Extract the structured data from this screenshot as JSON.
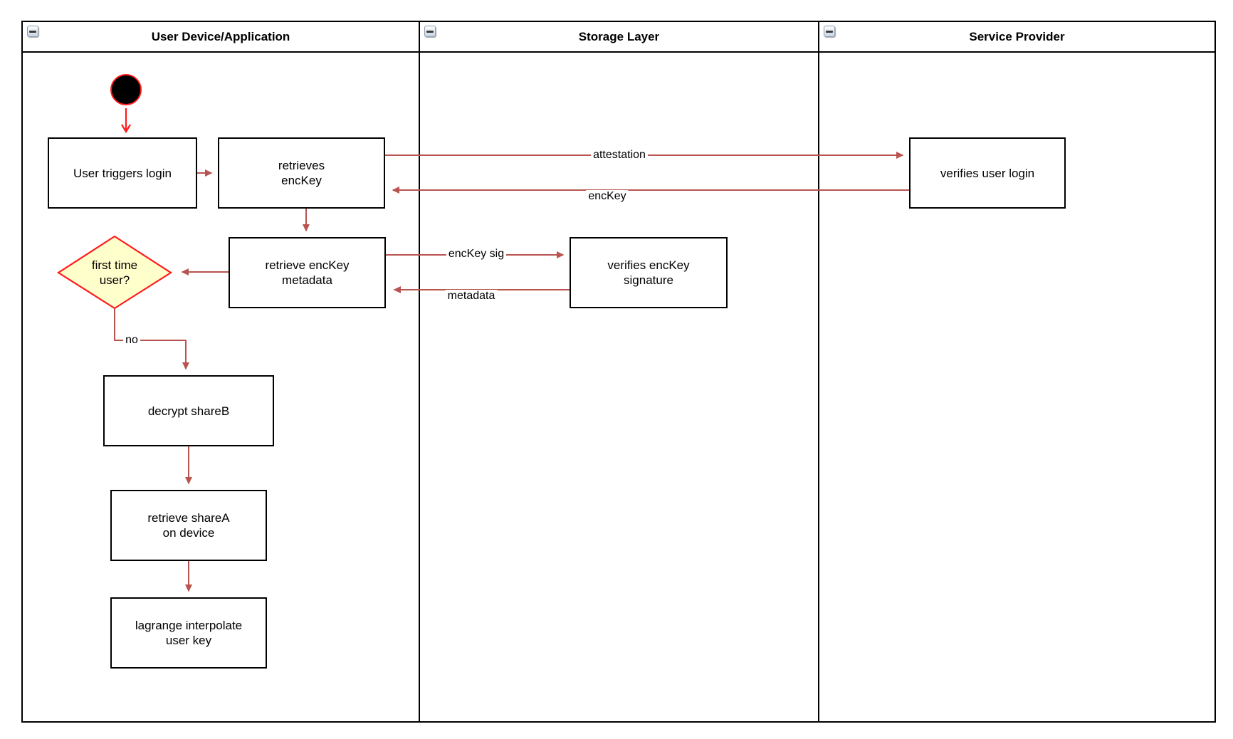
{
  "lanes": [
    {
      "title": "User Device/Application"
    },
    {
      "title": "Storage Layer"
    },
    {
      "title": "Service Provider"
    }
  ],
  "nodes": {
    "user_triggers_login": {
      "label": "User triggers login"
    },
    "retrieves_enckey": {
      "label": "retrieves\nencKey"
    },
    "verifies_user_login": {
      "label": "verifies user login"
    },
    "retrieve_enckey_metadata": {
      "label": "retrieve encKey\nmetadata"
    },
    "verifies_enckey_signature": {
      "label": "verifies encKey\nsignature"
    },
    "first_time_user": {
      "label": "first time\nuser?"
    },
    "decrypt_shareb": {
      "label": "decrypt shareB"
    },
    "retrieve_sharea": {
      "label": "retrieve shareA\non device"
    },
    "lagrange_interpolate": {
      "label": "lagrange interpolate\nuser key"
    }
  },
  "edge_labels": {
    "attestation": "attestation",
    "enckey": "encKey",
    "enckey_sig": "encKey sig",
    "metadata": "metadata",
    "no": "no"
  },
  "colors": {
    "edge_arrow": "#B85450",
    "highlight_red": "#FF1A1A",
    "decision_fill": "#FFFFCC",
    "node_border": "#000000",
    "lane_border": "#000000"
  }
}
